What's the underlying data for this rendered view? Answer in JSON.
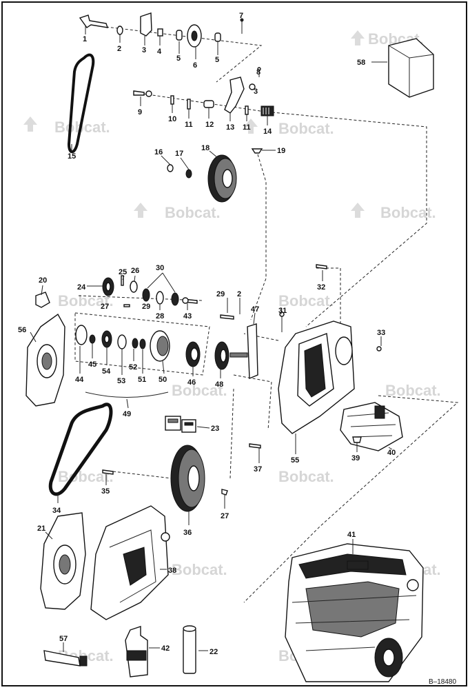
{
  "watermark": {
    "brand_text": "Bobcat."
  },
  "drawing_ref": "B–18480",
  "callouts": [
    "1",
    "2",
    "3",
    "4",
    "5",
    "6",
    "5",
    "7",
    "8",
    "3",
    "9",
    "10",
    "11",
    "12",
    "13",
    "11",
    "14",
    "15",
    "16",
    "17",
    "18",
    "19",
    "20",
    "21",
    "22",
    "23",
    "24",
    "25",
    "26",
    "27",
    "28",
    "29",
    "30",
    "31",
    "32",
    "33",
    "34",
    "35",
    "36",
    "37",
    "38",
    "39",
    "40",
    "41",
    "42",
    "43",
    "44",
    "45",
    "46",
    "47",
    "48",
    "49",
    "50",
    "51",
    "52",
    "53",
    "54",
    "55",
    "56",
    "57",
    "58",
    "2",
    "27",
    "29"
  ]
}
